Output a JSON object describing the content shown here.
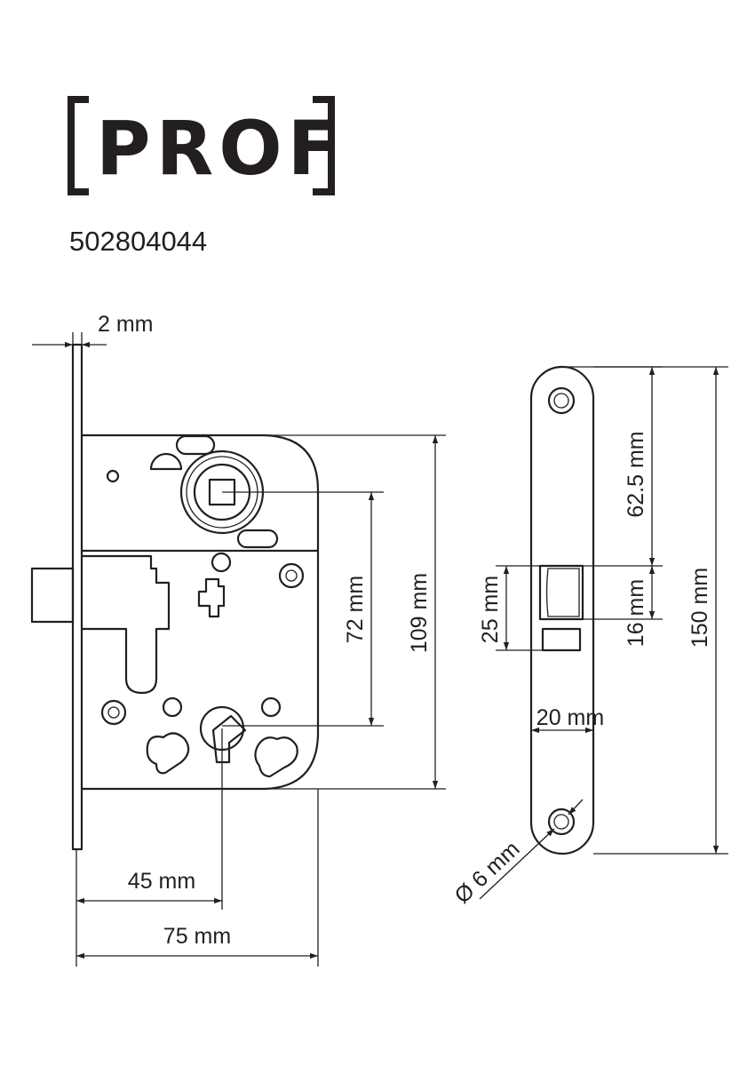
{
  "brand": {
    "logo_text": "PROF",
    "product_code": "502804044"
  },
  "dimensions": {
    "plate_thickness": "2 mm",
    "spindle_to_key": "72 mm",
    "case_height": "109 mm",
    "backset": "45 mm",
    "case_width": "75 mm",
    "top_to_latch": "62.5 mm",
    "latch_height": "16 mm",
    "latch_window": "25 mm",
    "plate_length": "150 mm",
    "plate_width": "20 mm",
    "hole_diameter": "Ø 6 mm"
  },
  "colors": {
    "ink": "#231f20",
    "background": "#ffffff"
  }
}
